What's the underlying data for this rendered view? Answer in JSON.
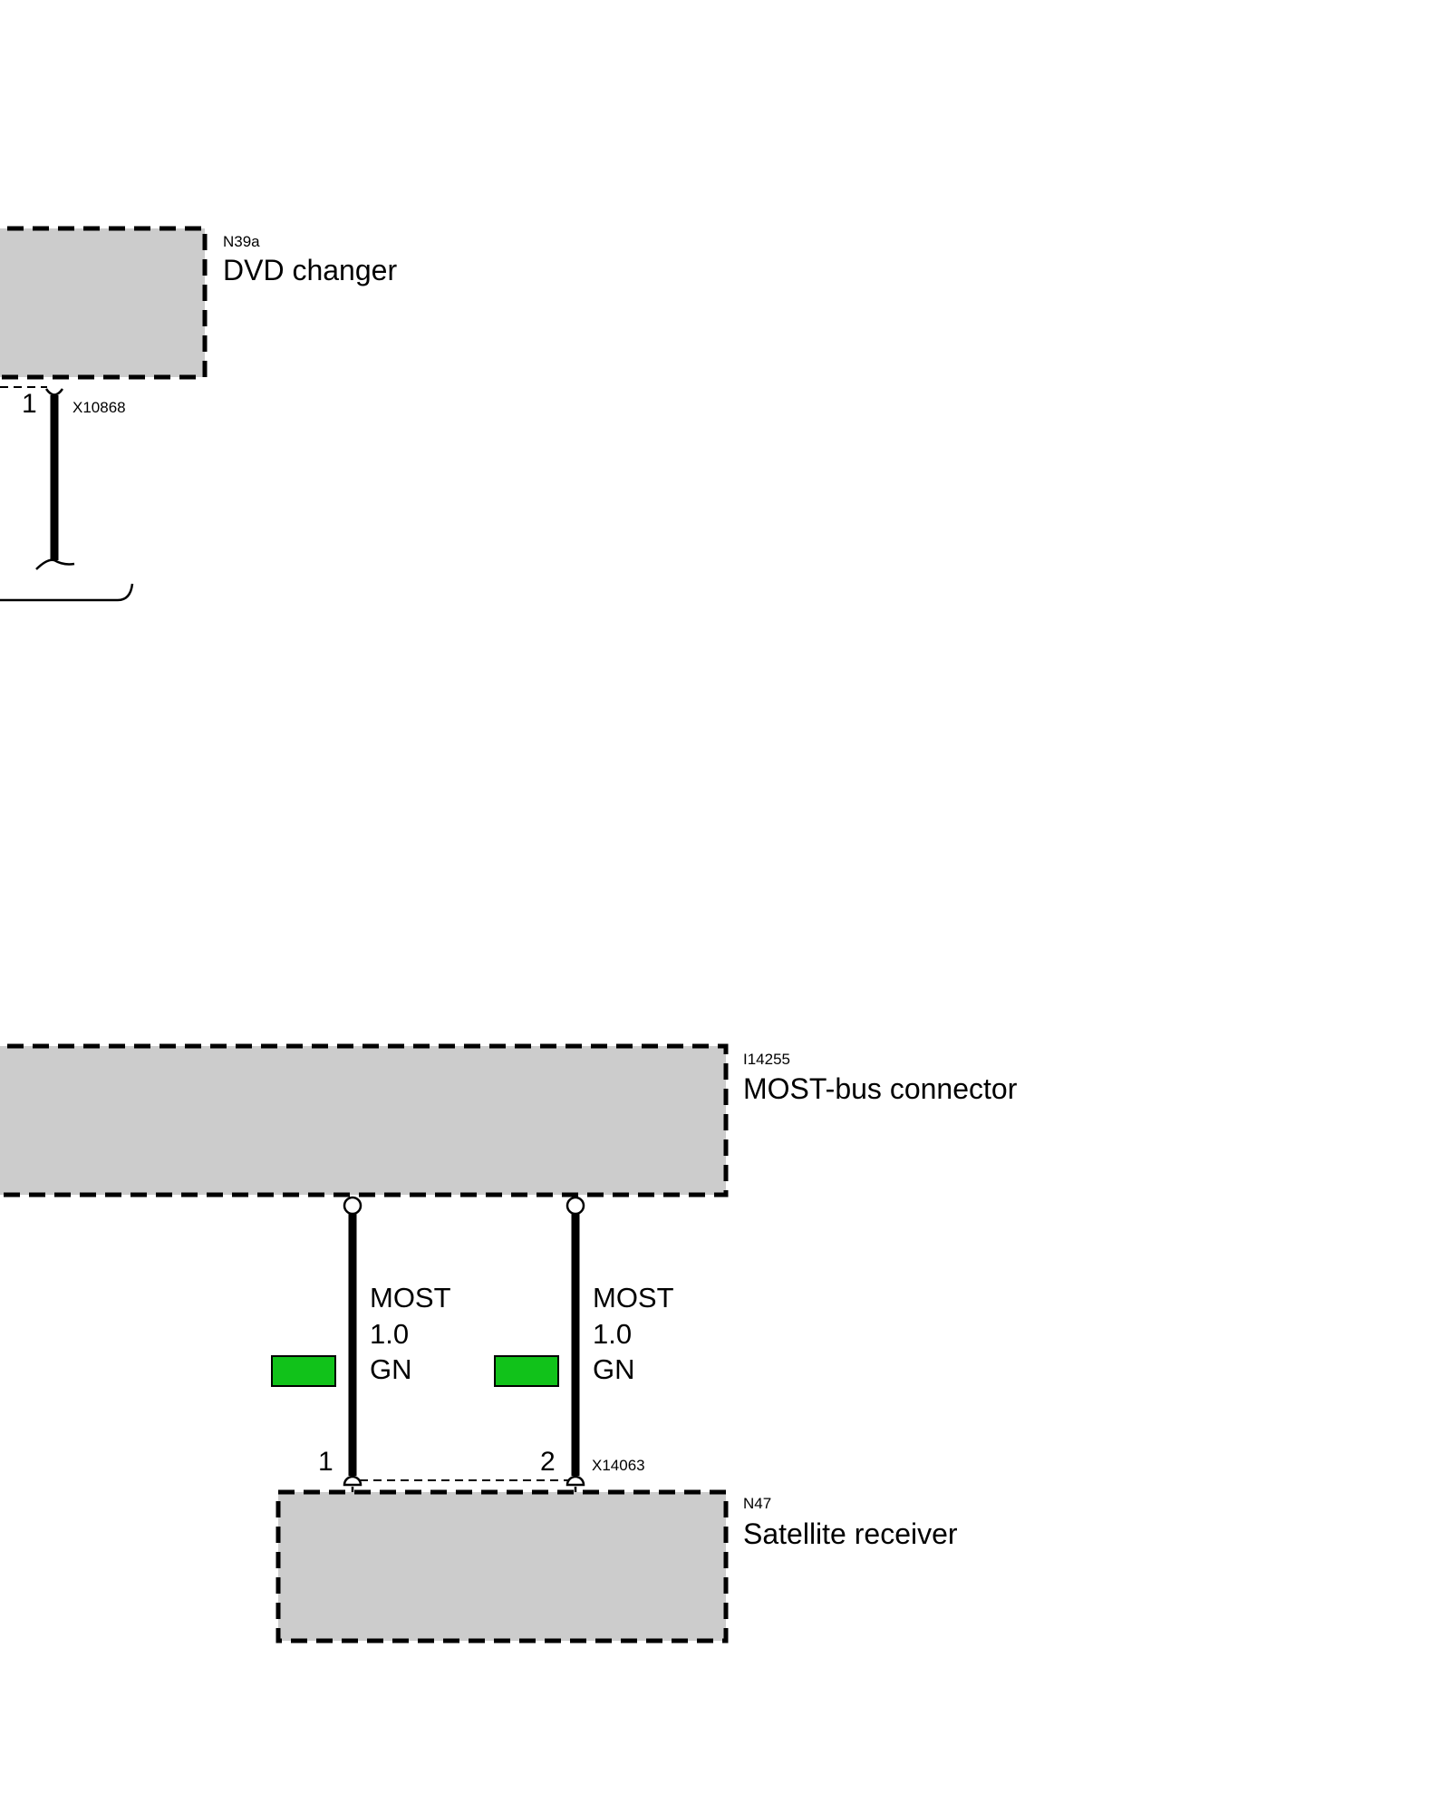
{
  "components": {
    "dvd_changer": {
      "code": "N39a",
      "name": "DVD changer"
    },
    "most_bus_connector": {
      "code": "I14255",
      "name": "MOST-bus connector"
    },
    "satellite_receiver": {
      "code": "N47",
      "name": "Satellite receiver"
    }
  },
  "connectors": {
    "dvd": {
      "id": "X10868",
      "pin": "1"
    },
    "sat": {
      "id": "X14063",
      "pin_a": "1",
      "pin_b": "2"
    }
  },
  "wires": [
    {
      "signal": "MOST",
      "size": "1.0",
      "color_code": "GN",
      "swatch": "#11c21a"
    },
    {
      "signal": "MOST",
      "size": "1.0",
      "color_code": "GN",
      "swatch": "#11c21a"
    }
  ],
  "colors": {
    "box_fill": "#cccccc",
    "wire": "#000000"
  }
}
